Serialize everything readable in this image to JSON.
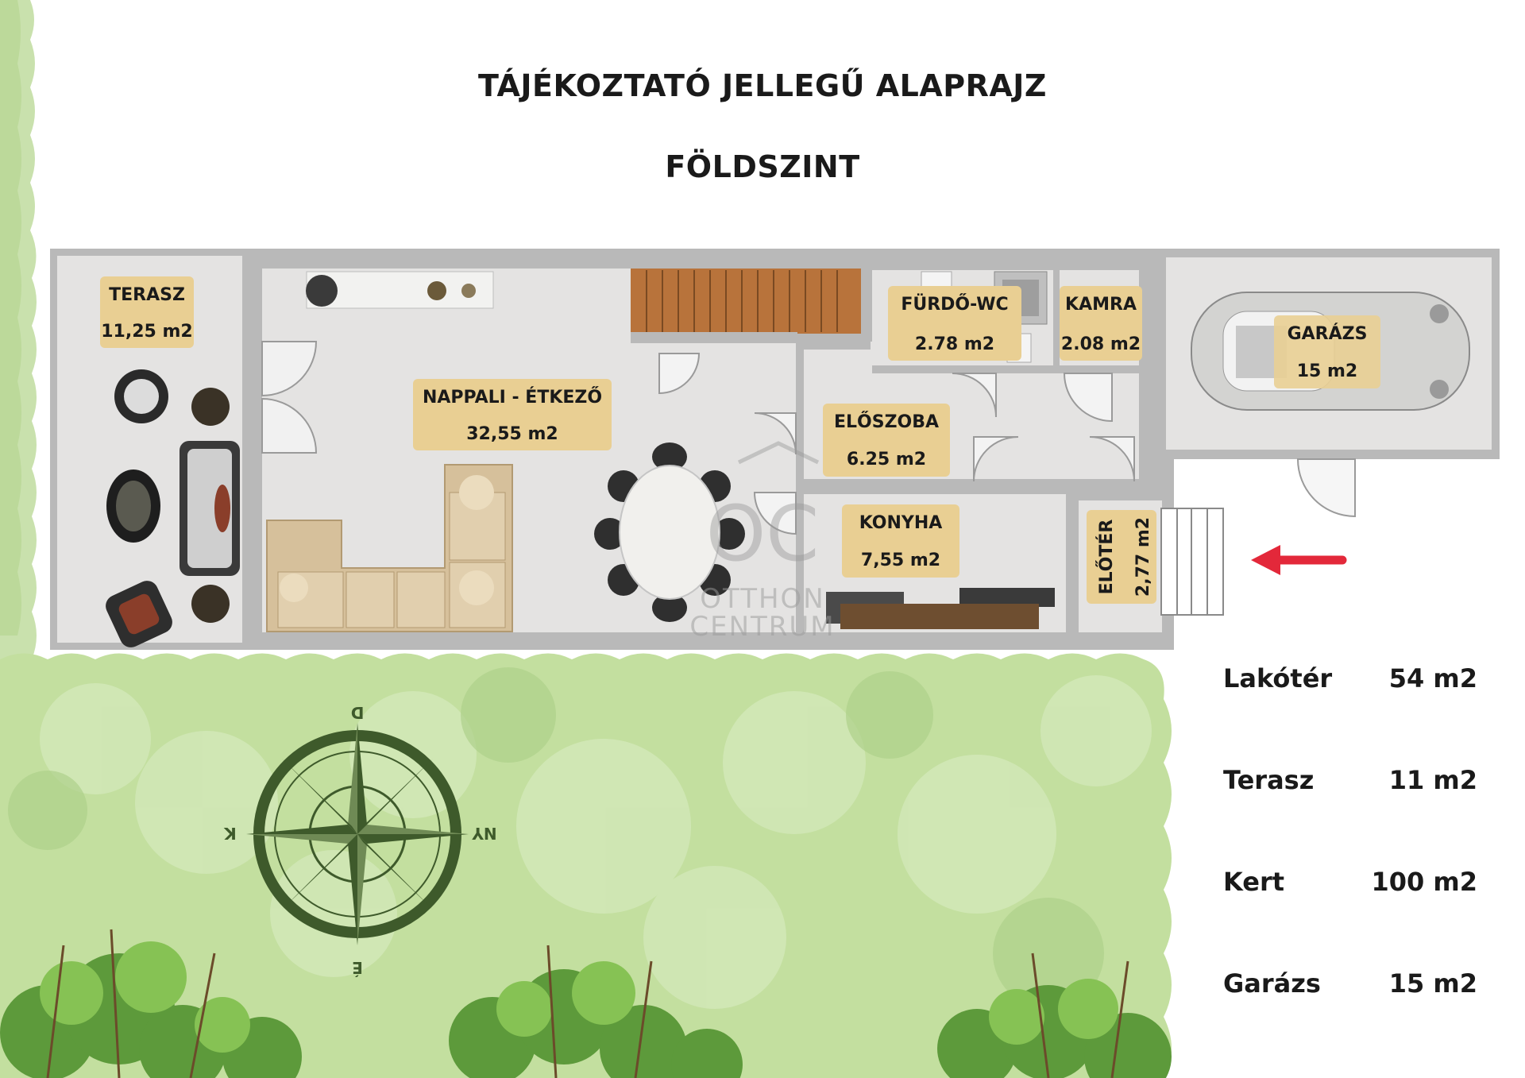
{
  "header": {
    "title": "TÁJÉKOZTATÓ JELLEGŰ ALAPRAJZ",
    "subtitle": "FÖLDSZINT"
  },
  "rooms": {
    "terasz": {
      "name": "TERASZ",
      "area": "11,25 m2"
    },
    "nappali": {
      "name": "NAPPALI - ÉTKEZŐ",
      "area": "32,55 m2"
    },
    "furdo": {
      "name": "FÜRDŐ-WC",
      "area": "2.78 m2"
    },
    "kamra": {
      "name": "KAMRA",
      "area": "2.08 m2"
    },
    "eloszoba": {
      "name": "ELŐSZOBA",
      "area": "6.25 m2"
    },
    "konyha": {
      "name": "KONYHA",
      "area": "7,55 m2"
    },
    "eloter": {
      "name": "ELŐTÉR",
      "area": "2,77 m2"
    },
    "garazs": {
      "name": "GARÁZS",
      "area": "15 m2"
    }
  },
  "watermark": {
    "logo": "OC",
    "line1": "OTTHON",
    "line2": "CENTRUM"
  },
  "compass": {
    "north": "D",
    "south": "É",
    "east": "NY",
    "west": "K"
  },
  "stats": [
    {
      "label": "Lakótér",
      "value": "54 m2"
    },
    {
      "label": "Terasz",
      "value": "11 m2"
    },
    {
      "label": "Kert",
      "value": "100 m2"
    },
    {
      "label": "Garázs",
      "value": "15 m2"
    }
  ],
  "colors": {
    "label_bg": "#e9cf93",
    "floor": "#e4e3e2",
    "wall": "#b9b9b9",
    "garden": "#bddc9d",
    "garden_dark": "#6ea84e",
    "compass": "#3e5a2b",
    "arrow": "#e3283a",
    "stairs": "#b8733b",
    "sofa": "#d6c09b"
  },
  "icons": [
    "sofa-icon",
    "dining-table-icon",
    "car-icon",
    "compass-icon",
    "entrance-arrow-icon",
    "stairs-icon"
  ]
}
